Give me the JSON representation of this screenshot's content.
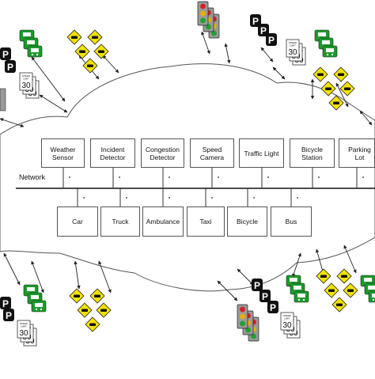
{
  "network": {
    "label": "Network"
  },
  "infrastructure": [
    {
      "id": "weather-sensor",
      "label": "Weather\nSensor"
    },
    {
      "id": "incident-detector",
      "label": "Incident\nDetector"
    },
    {
      "id": "congestion-detector",
      "label": "Congestion\nDetector"
    },
    {
      "id": "speed-camera",
      "label": "Speed\nCamera"
    },
    {
      "id": "traffic-light",
      "label": "Traffic Light"
    },
    {
      "id": "bicycle-station",
      "label": "Bicycle\nStation"
    },
    {
      "id": "parking-lot",
      "label": "Parking Lot"
    }
  ],
  "vehicles": [
    {
      "id": "car",
      "label": "Car"
    },
    {
      "id": "truck",
      "label": "Truck"
    },
    {
      "id": "ambulance",
      "label": "Ambulance"
    },
    {
      "id": "taxi",
      "label": "Taxi"
    },
    {
      "id": "bicycle",
      "label": "Bicycle"
    },
    {
      "id": "bus",
      "label": "Bus"
    }
  ],
  "signs": {
    "speed_limit_top": "SPEED",
    "speed_limit_bottom": "LIMIT",
    "speed_limit_value": "30",
    "parking_letter": "P"
  },
  "colors": {
    "sign_yellow": "#f2e200",
    "bus_green": "#1a9a2a",
    "traffic_red": "#d42020",
    "traffic_amber": "#e8b000",
    "traffic_green": "#20a030",
    "parking_black": "#111111",
    "line": "#333333"
  }
}
